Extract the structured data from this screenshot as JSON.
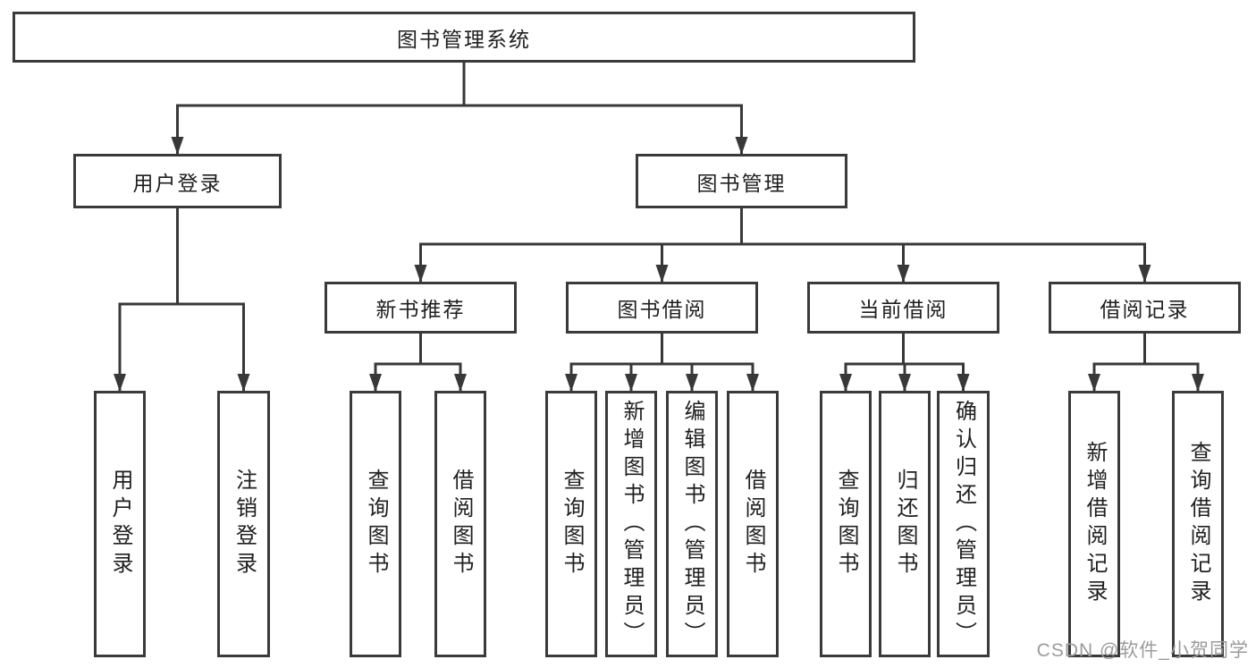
{
  "diagram": {
    "title": "图书管理系统",
    "nodes": [
      {
        "id": "root",
        "label": "图书管理系统",
        "parent": null
      },
      {
        "id": "user-login",
        "label": "用户登录",
        "parent": "root"
      },
      {
        "id": "book-management",
        "label": "图书管理",
        "parent": "root"
      },
      {
        "id": "user-login-action",
        "label": "用户登录",
        "parent": "user-login"
      },
      {
        "id": "logout",
        "label": "注销登录",
        "parent": "user-login"
      },
      {
        "id": "new-book-recommend",
        "label": "新书推荐",
        "parent": "book-management"
      },
      {
        "id": "book-borrowing",
        "label": "图书借阅",
        "parent": "book-management"
      },
      {
        "id": "current-borrowing",
        "label": "当前借阅",
        "parent": "book-management"
      },
      {
        "id": "borrowing-records",
        "label": "借阅记录",
        "parent": "book-management"
      },
      {
        "id": "query-books-recommend",
        "label": "查询图书",
        "parent": "new-book-recommend"
      },
      {
        "id": "borrow-books-recommend",
        "label": "借阅图书",
        "parent": "new-book-recommend"
      },
      {
        "id": "query-books-borrowing",
        "label": "查询图书",
        "parent": "book-borrowing"
      },
      {
        "id": "add-books-admin",
        "label": "新增图书（管理员）",
        "parent": "book-borrowing"
      },
      {
        "id": "edit-books-admin",
        "label": "编辑图书（管理员）",
        "parent": "book-borrowing"
      },
      {
        "id": "borrow-books",
        "label": "借阅图书",
        "parent": "book-borrowing"
      },
      {
        "id": "query-books-current",
        "label": "查询图书",
        "parent": "current-borrowing"
      },
      {
        "id": "return-books",
        "label": "归还图书",
        "parent": "current-borrowing"
      },
      {
        "id": "confirm-return-admin",
        "label": "确认归还（管理员）",
        "parent": "current-borrowing"
      },
      {
        "id": "add-borrow-record",
        "label": "新增借阅记录",
        "parent": "borrowing-records"
      },
      {
        "id": "query-borrow-record",
        "label": "查询借阅记录",
        "parent": "borrowing-records"
      }
    ]
  },
  "watermark": {
    "text": "CSDN @软件_小贺同学",
    "color": "#9b9b9b"
  },
  "colors": {
    "line": "#383838",
    "box_border": "#3a3a3a",
    "text": "#1f1f1f",
    "background": "#ffffff"
  }
}
